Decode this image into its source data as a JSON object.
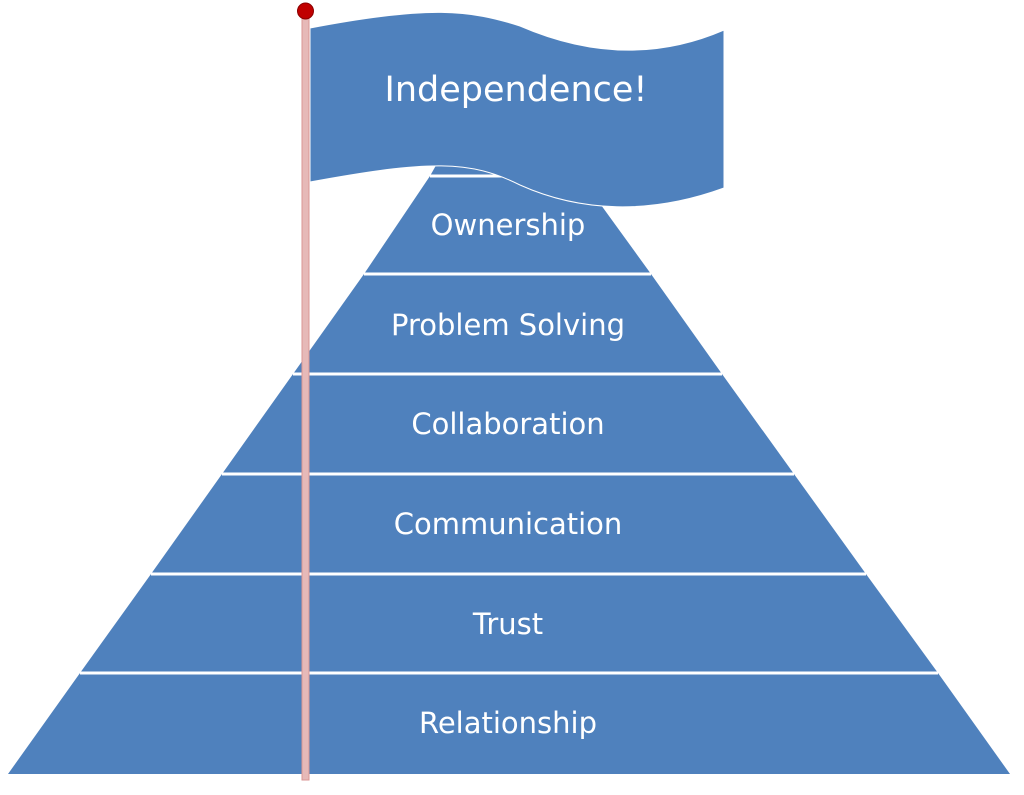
{
  "flag": {
    "label": "Independence!"
  },
  "pyramid": {
    "layers": [
      {
        "label": "Ownership"
      },
      {
        "label": "Problem Solving"
      },
      {
        "label": "Collaboration"
      },
      {
        "label": "Communication"
      },
      {
        "label": "Trust"
      },
      {
        "label": "Relationship"
      }
    ]
  },
  "colors": {
    "fill": "#4f81bd",
    "separator": "#ffffff",
    "pole": "#e6b9b8",
    "pole_edge": "#c0504d",
    "knob": "#c00000"
  }
}
